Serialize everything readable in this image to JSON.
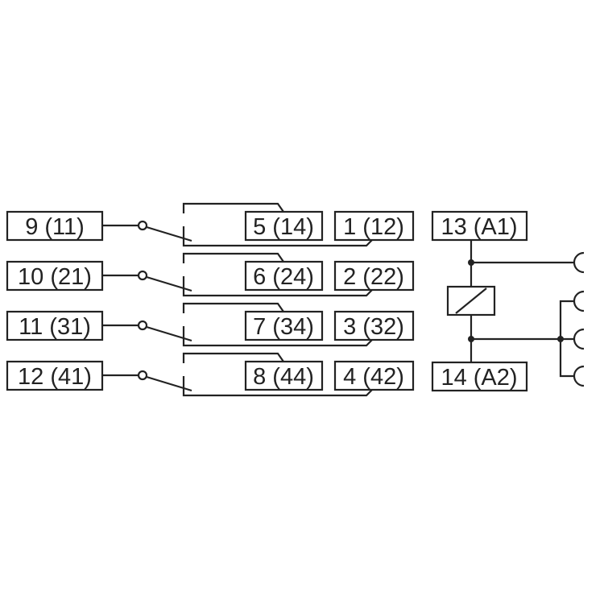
{
  "contacts": [
    {
      "common": "9 (11)",
      "no": "5 (14)",
      "nc": "1 (12)"
    },
    {
      "common": "10 (21)",
      "no": "6 (24)",
      "nc": "2 (22)"
    },
    {
      "common": "11 (31)",
      "no": "7 (34)",
      "nc": "3 (32)"
    },
    {
      "common": "12 (41)",
      "no": "8 (44)",
      "nc": "4 (42)"
    }
  ],
  "coil": {
    "a1": "13 (A1)",
    "a2": "14 (A2)"
  }
}
